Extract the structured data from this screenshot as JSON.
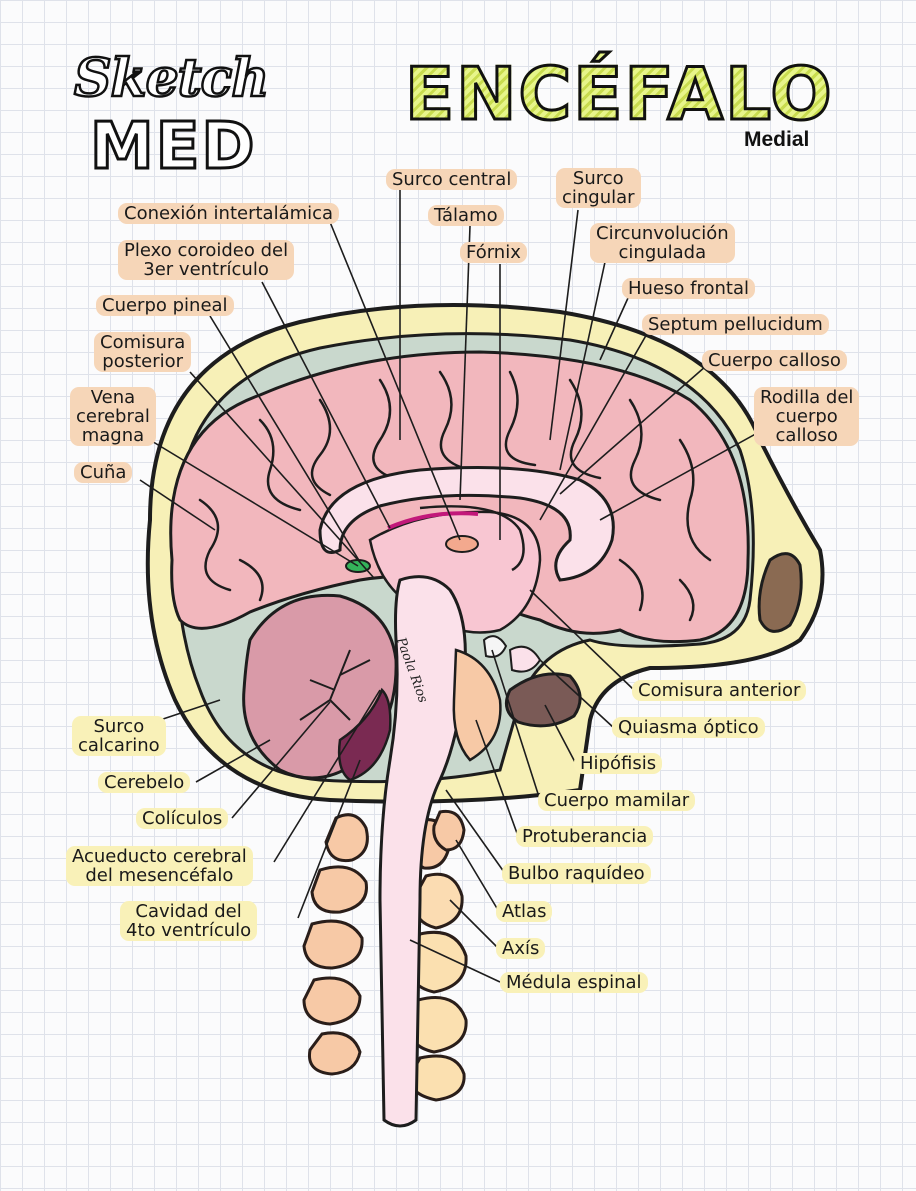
{
  "header": {
    "logo_text_top": "Sketch",
    "logo_text_bottom": "MED",
    "title": "ENCÉFALO",
    "subtitle": "Medial"
  },
  "signature": "Paola Rios",
  "colors": {
    "label_orange": "#f6d6b8",
    "label_yellow": "#f9f1b8",
    "cortex": "#f2b7bd",
    "skull": "#f7f0b7",
    "cerebellum": "#d99aa8",
    "brainstem": "#fbe1ea"
  },
  "labels": {
    "conexion_intertalamica": "Conexión intertalámica",
    "plexo_coroideo_1": "Plexo coroideo del",
    "plexo_coroideo_2": "3er ventrículo",
    "cuerpo_pineal": "Cuerpo pineal",
    "comisura_posterior_1": "Comisura",
    "comisura_posterior_2": "posterior",
    "vena_cerebral_1": "Vena",
    "vena_cerebral_2": "cerebral",
    "vena_cerebral_3": "magna",
    "cuna": "Cuña",
    "surco_central": "Surco central",
    "surco_cingular_1": "Surco",
    "surco_cingular_2": "cingular",
    "talamo": "Tálamo",
    "fornix": "Fórnix",
    "circunvolucion_1": "Circunvolución",
    "circunvolucion_2": "cingulada",
    "hueso_frontal": "Hueso frontal",
    "septum": "Septum pellucidum",
    "cuerpo_calloso": "Cuerpo calloso",
    "rodilla_1": "Rodilla del",
    "rodilla_2": "cuerpo",
    "rodilla_3": "calloso",
    "surco_calcarino_1": "Surco",
    "surco_calcarino_2": "calcarino",
    "cerebelo": "Cerebelo",
    "coliculos": "Colículos",
    "acueducto_1": "Acueducto cerebral",
    "acueducto_2": "del mesencéfalo",
    "cavidad_1": "Cavidad del",
    "cavidad_2": "4to ventrículo",
    "comisura_anterior": "Comisura anterior",
    "quiasma": "Quiasma óptico",
    "hipofisis": "Hipófisis",
    "cuerpo_mamilar": "Cuerpo mamilar",
    "protuberancia": "Protuberancia",
    "bulbo": "Bulbo raquídeo",
    "atlas": "Atlas",
    "axis": "Axís",
    "medula": "Médula espinal"
  }
}
